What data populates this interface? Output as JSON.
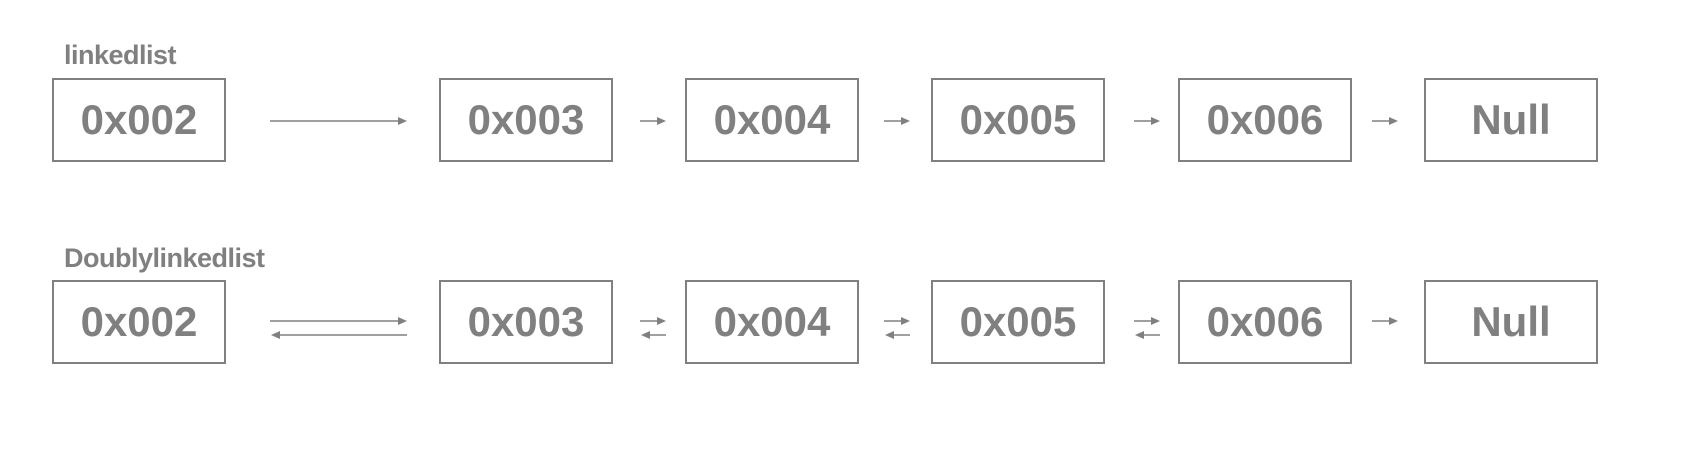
{
  "diagrams": [
    {
      "title": "linkedlist",
      "type": "singly",
      "nodes": [
        "0x002",
        "0x003",
        "0x004",
        "0x005",
        "0x006",
        "Null"
      ],
      "links": [
        "forward",
        "forward",
        "forward",
        "forward",
        "forward"
      ]
    },
    {
      "title": "Doublylinkedlist",
      "type": "doubly",
      "nodes": [
        "0x002",
        "0x003",
        "0x004",
        "0x005",
        "0x006",
        "Null"
      ],
      "links": [
        "bidirectional",
        "bidirectional",
        "bidirectional",
        "bidirectional",
        "forward"
      ]
    }
  ],
  "colors": {
    "stroke": "#808080",
    "text": "#808080",
    "background": "#ffffff"
  }
}
